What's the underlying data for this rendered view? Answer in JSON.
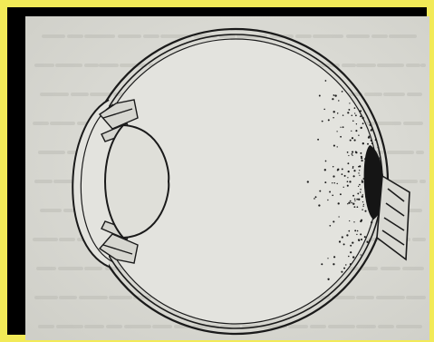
{
  "figure": {
    "subject": "eye-cross-section-diagram",
    "colors": {
      "frame": "#f2ea57",
      "border": "#000000",
      "paper": "#dcdcd6",
      "ink": "#1a1a1a",
      "bleed_through_text": "#b9b9b3"
    },
    "parts": [
      "cornea",
      "sclera",
      "choroid",
      "retina",
      "lens",
      "iris-upper",
      "iris-lower",
      "ciliary-body-upper",
      "ciliary-body-lower",
      "vitreous-chamber",
      "macula-stipple",
      "optic-disc",
      "optic-nerve"
    ]
  }
}
